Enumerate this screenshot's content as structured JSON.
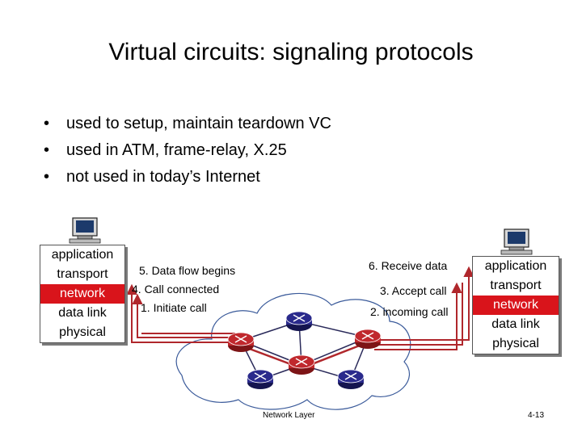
{
  "title": "Virtual circuits: signaling protocols",
  "bullets": [
    "used to setup, maintain  teardown VC",
    "used in ATM, frame-relay, X.25",
    "not used in today’s Internet"
  ],
  "stack_left": [
    "application",
    "transport",
    "network",
    "data link",
    "physical"
  ],
  "stack_right": [
    "application",
    "transport",
    "network",
    "data link",
    "physical"
  ],
  "labels": {
    "data_flow_begins": "5. Data flow begins",
    "call_connected": "4. Call connected",
    "initiate_call": "1. Initiate call",
    "receive_data": "6. Receive data",
    "accept_call": "3. Accept call",
    "incoming_call": "2. incoming call"
  },
  "footer": {
    "center": "Network Layer",
    "page": "4-13"
  },
  "colors": {
    "network_layer": "#d9141b",
    "path": "#b0272c",
    "router_red": "#c0282d",
    "router_blue": "#2a2a8c"
  },
  "icons": {
    "host": "computer-icon",
    "router": "router-icon"
  }
}
